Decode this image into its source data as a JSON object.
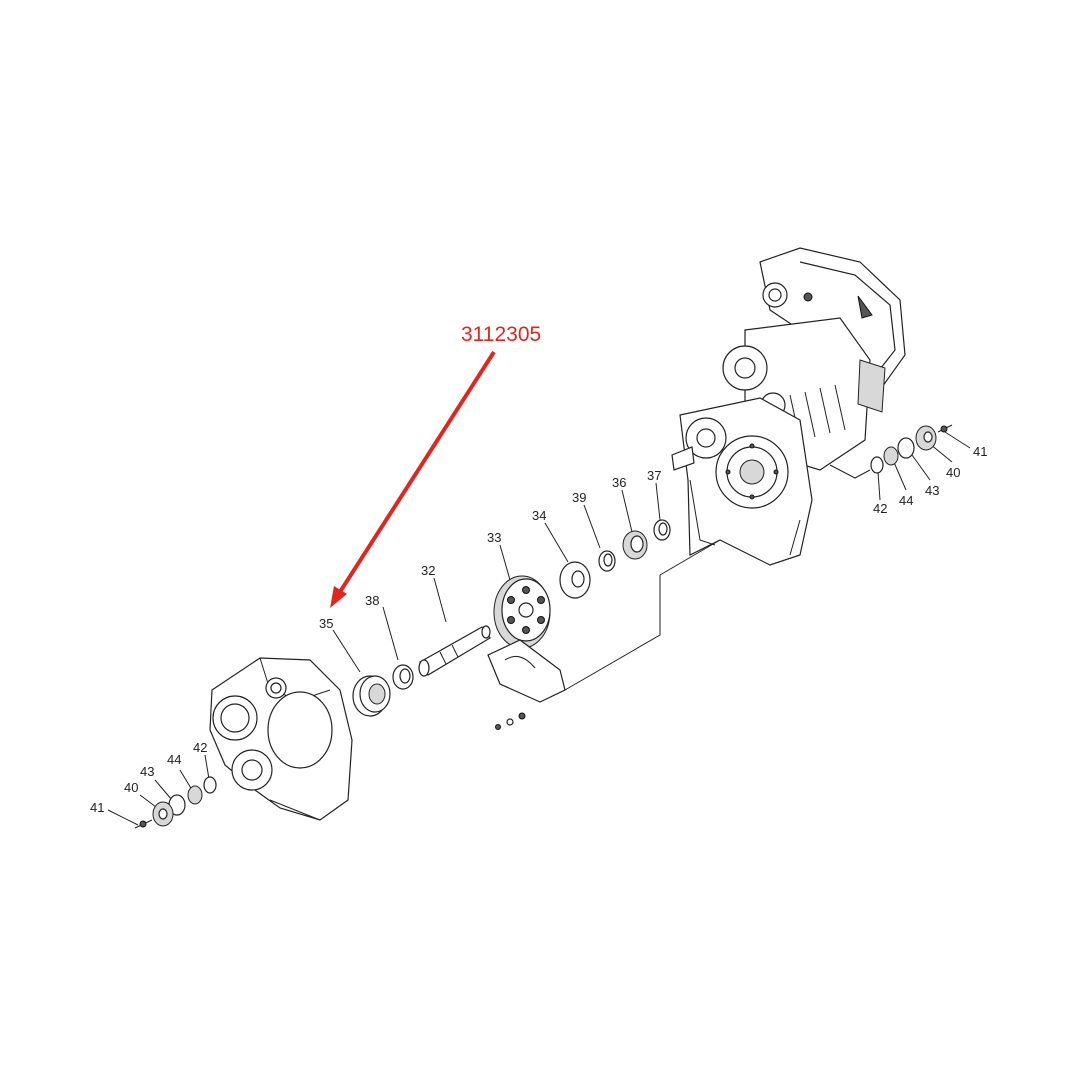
{
  "callout": {
    "part_number": "3112305",
    "color": "#e0271f"
  },
  "labels": {
    "l35": "35",
    "l38": "38",
    "l32": "32",
    "l33": "33",
    "l34": "34",
    "l39": "39",
    "l36": "36",
    "l37": "37",
    "r41": "41",
    "r40": "40",
    "r43": "43",
    "r44": "44",
    "r42": "42",
    "b41": "41",
    "b40": "40",
    "b43": "43",
    "b44": "44",
    "b42": "42"
  }
}
